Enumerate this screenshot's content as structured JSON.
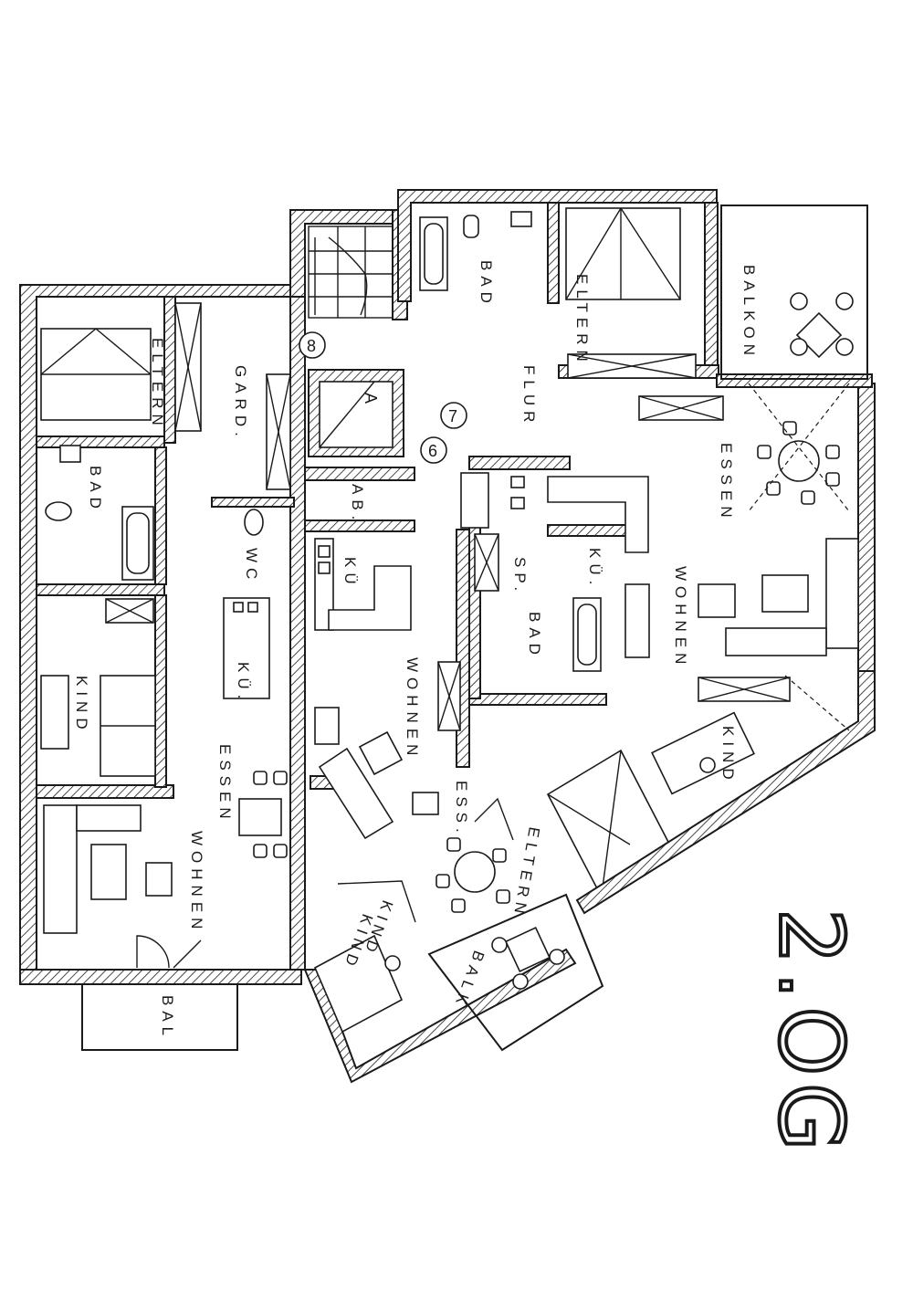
{
  "floor": {
    "label": "2.OG"
  },
  "rooms": {
    "eltern_1": "ELTERN",
    "gard": "GARD.",
    "bad_1": "BAD",
    "wc": "WC",
    "kind_1": "KIND",
    "kue_1": "KÜ.",
    "essen_1": "ESSEN",
    "wohnen_1": "WOHNEN",
    "bal_1": "BAL",
    "ab": "AB.",
    "kue_2": "KÜ",
    "wohnen_2": "WOHNEN",
    "ess_2": "ESS.",
    "eltern_2": "ELTERN",
    "kind_2": "KIND",
    "balk_2": "BALK",
    "kind_3": "KIND",
    "bad_2": "BAD",
    "sp": "SP.",
    "kue_3": "KÜ.",
    "wohnen_3": "WOHNEN",
    "essen_3": "ESSEN",
    "kind_4": "KIND",
    "flur": "FLUR",
    "bad_3": "BAD",
    "eltern_3": "ELTERN",
    "balkon": "BALKON",
    "lift": "A"
  },
  "markers": {
    "m6": "6",
    "m7": "7",
    "m8": "8"
  }
}
